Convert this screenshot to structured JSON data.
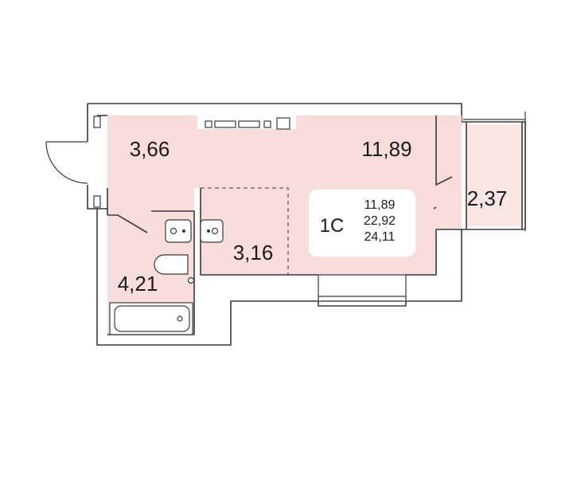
{
  "floor_plan": {
    "rooms": [
      {
        "id": "hall",
        "area_label": "3,66"
      },
      {
        "id": "living",
        "area_label": "11,89"
      },
      {
        "id": "balcony",
        "area_label": "2,37"
      },
      {
        "id": "kitchen",
        "area_label": "3,16"
      },
      {
        "id": "bathroom",
        "area_label": "4,21"
      }
    ],
    "info_card": {
      "type_label": "1С",
      "living_area": "11,89",
      "total_area": "22,92",
      "total_with_balcony": "24,11"
    }
  },
  "colors": {
    "room_fill": "#f9dcdc",
    "balcony_fill": "#fbe6e6",
    "wall": "#3a3a3a",
    "card_fill": "#ffffff"
  }
}
